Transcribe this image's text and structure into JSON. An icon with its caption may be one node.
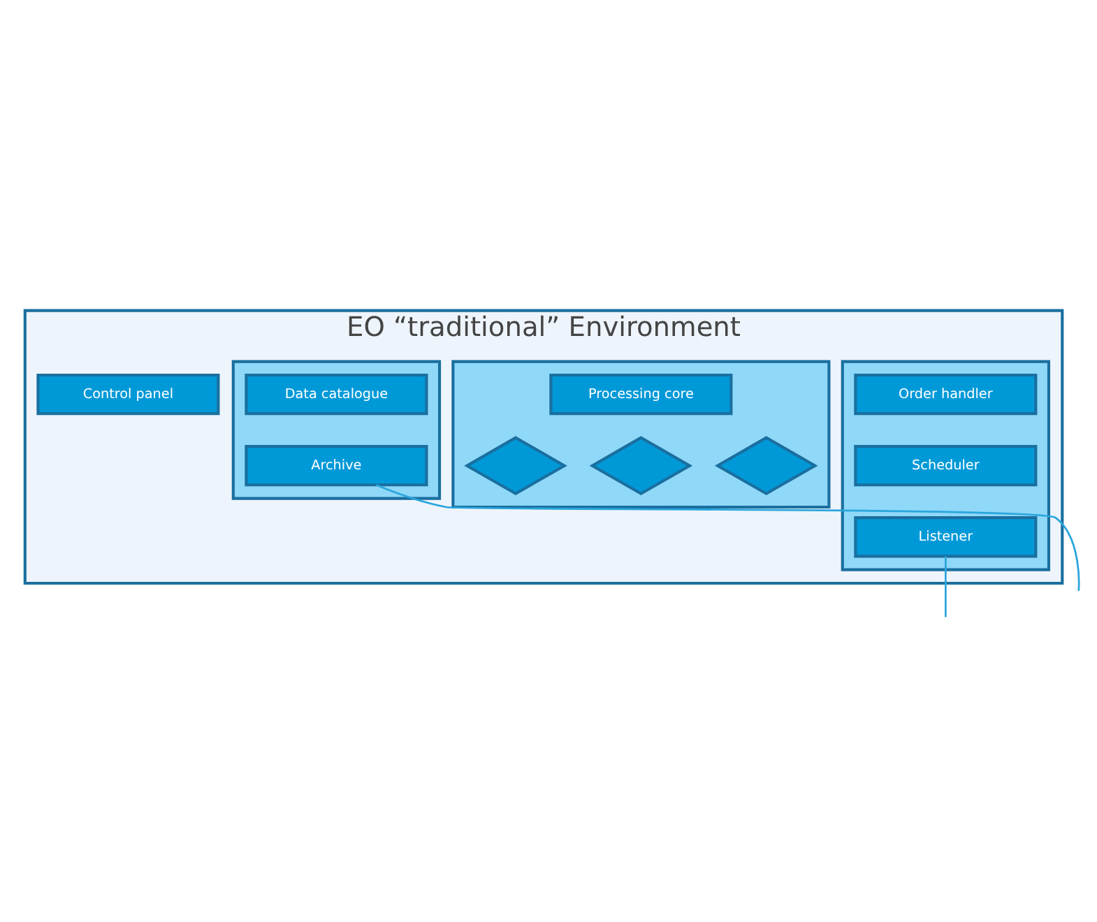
{
  "diagram": {
    "nodes": [
      {
        "text": [
          "EO “traditional” Environment"
        ]
      },
      {
        "text": [
          "Control panel"
        ],
        "in": 0
      },
      {
        "text": [],
        "shape": "box",
        "in": 0
      },
      {
        "text": [
          "Order handler"
        ],
        "in": 2
      },
      {
        "text": [
          "Scheduler"
        ],
        "in": 2
      },
      {
        "text": [
          "Listener"
        ],
        "in": 2
      },
      {
        "text": [],
        "shape": "box",
        "in": 0
      },
      {
        "text": [
          "Processing core"
        ],
        "in": 6
      },
      {
        "text": [],
        "shape": "diamond",
        "in": 6
      },
      {
        "text": [],
        "shape": "diamond",
        "in": 6
      },
      {
        "text": [],
        "shape": "diamond",
        "in": 6
      },
      {
        "text": [],
        "shape": "box",
        "in": 0
      },
      {
        "text": [
          "Data catalogue"
        ],
        "in": 11
      },
      {
        "text": [
          "Archive"
        ],
        "in": 11
      }
    ],
    "edges": [
      {
        "from": 5,
        "to": null,
        "arrow": "none"
      },
      {
        "from": 13,
        "to": null,
        "arrow": "none"
      }
    ]
  }
}
